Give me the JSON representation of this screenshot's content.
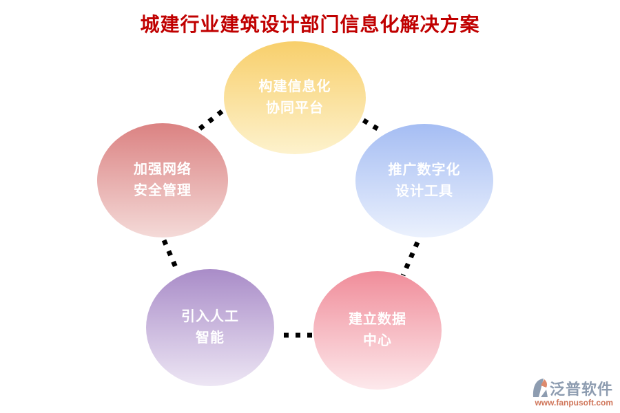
{
  "title": {
    "text": "城建行业建筑设计部门信息化解决方案",
    "color": "#c00000"
  },
  "diagram": {
    "connector_color": "#000000",
    "nodes": [
      {
        "name": "build-info-platform",
        "line1": "构建信息化",
        "line2": "协同平台",
        "color_top": "#f8cf6b",
        "color_bottom": "#fdf2cd",
        "text_color": "#ffffff"
      },
      {
        "name": "promote-digital-design-tools",
        "line1": "推广数字化",
        "line2": "设计工具",
        "color_top": "#a5bdf3",
        "color_bottom": "#ebf1fd",
        "text_color": "#ffffff"
      },
      {
        "name": "build-data-center",
        "line1": "建立数据",
        "line2": "中心",
        "color_top": "#f08d9a",
        "color_bottom": "#fde9ec",
        "text_color": "#ffffff"
      },
      {
        "name": "introduce-ai",
        "line1": "引入人工",
        "line2": "智能",
        "color_top": "#a98cc8",
        "color_bottom": "#ede6f4",
        "text_color": "#ffffff"
      },
      {
        "name": "strengthen-network-security",
        "line1": "加强网络",
        "line2": "安全管理",
        "color_top": "#db8282",
        "color_bottom": "#f4dad8",
        "text_color": "#ffffff"
      }
    ]
  },
  "footer": {
    "brand": "泛普软件",
    "url": "www.fanpusoft.com",
    "brand_color": "#8d9cb0",
    "url_color": "#d0765a",
    "icon_gray": "#8d9cb0",
    "icon_orange": "#dd8a6d"
  }
}
